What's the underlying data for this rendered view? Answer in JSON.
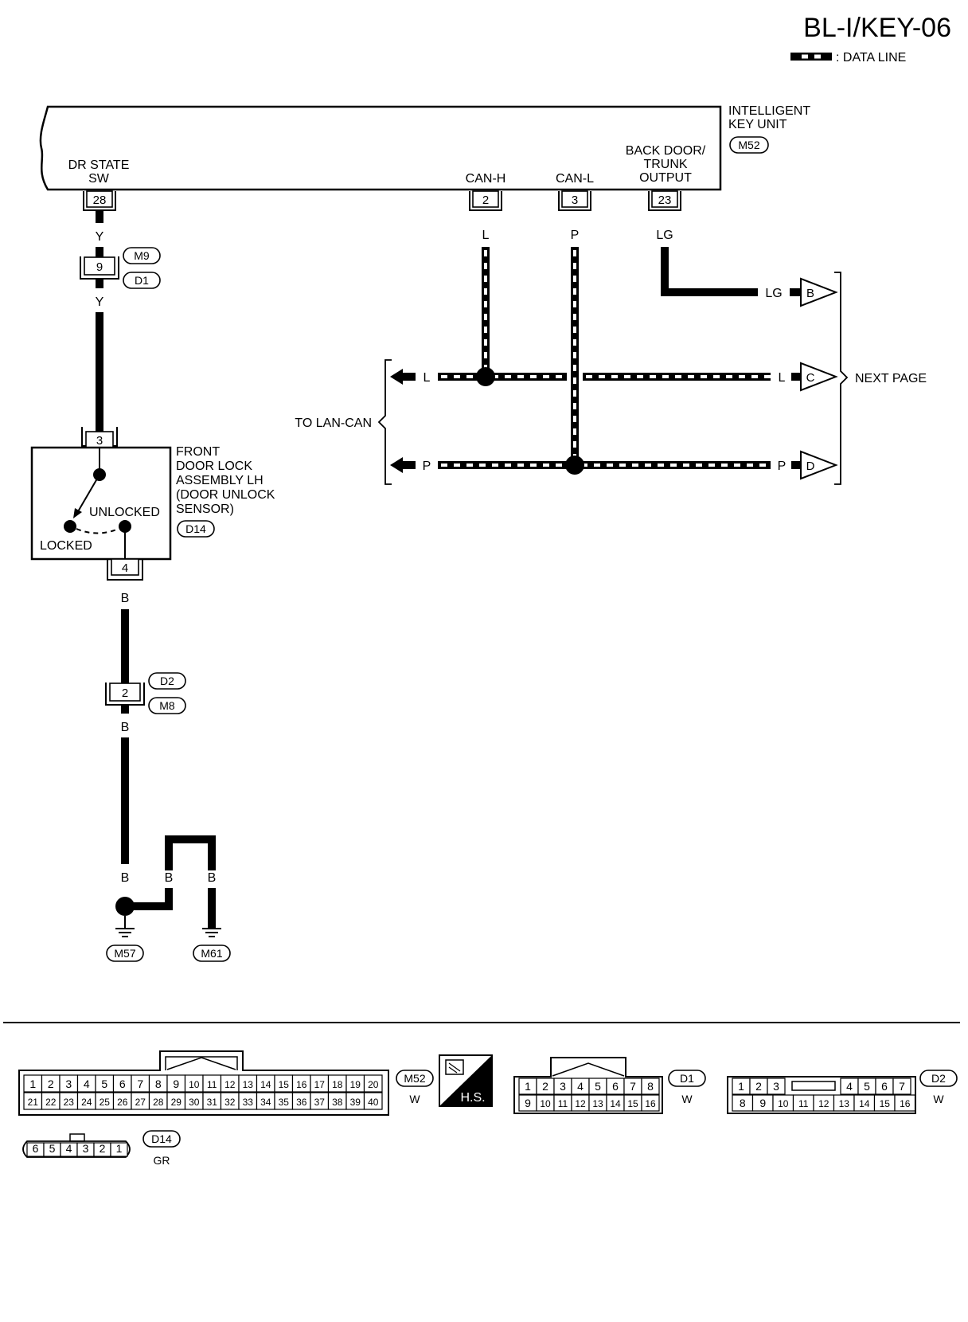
{
  "header": {
    "title": "BL-I/KEY-06",
    "legend_label": ": DATA LINE"
  },
  "unit": {
    "name_line1": "INTELLIGENT",
    "name_line2": "KEY UNIT",
    "connector": "M52",
    "terminals": {
      "dr_state_label_1": "DR STATE",
      "dr_state_label_2": "SW",
      "dr_state_pin": "28",
      "canh_label": "CAN-H",
      "canh_pin": "2",
      "canl_label": "CAN-L",
      "canl_pin": "3",
      "back_label_1": "BACK DOOR/",
      "back_label_2": "TRUNK",
      "back_label_3": "OUTPUT",
      "back_pin": "23"
    }
  },
  "wires": {
    "y_color_1": "Y",
    "y_color_2": "Y",
    "l_color": "L",
    "p_color": "P",
    "lg_color": "LG",
    "lg_right": "LG",
    "l_left": "L",
    "l_right": "L",
    "p_left": "P",
    "p_right": "P",
    "b_color_1": "B",
    "b_color_2": "B",
    "b_color_3": "B",
    "b_color_4": "B",
    "b_color_5": "B"
  },
  "inline_connectors": {
    "m9_pin": "9",
    "m9_top": "M9",
    "m9_bottom": "D1",
    "d2_pin": "2",
    "d2_top": "D2",
    "d2_bottom": "M8"
  },
  "next_page": {
    "label": "NEXT PAGE",
    "b": "B",
    "c": "C",
    "d": "D"
  },
  "lan_can": {
    "label": "TO LAN-CAN"
  },
  "door_lock": {
    "line1": "FRONT",
    "line2": "DOOR LOCK",
    "line3": "ASSEMBLY LH",
    "line4": "(DOOR UNLOCK",
    "line5": "SENSOR)",
    "connector": "D14",
    "pin_top": "3",
    "pin_bottom": "4",
    "unlocked": "UNLOCKED",
    "locked": "LOCKED"
  },
  "grounds": {
    "left": "M57",
    "right": "M61"
  },
  "connector_views": {
    "m52": {
      "id": "M52",
      "color": "W",
      "row1": [
        "1",
        "2",
        "3",
        "4",
        "5",
        "6",
        "7",
        "8",
        "9",
        "10",
        "11",
        "12",
        "13",
        "14",
        "15",
        "16",
        "17",
        "18",
        "19",
        "20"
      ],
      "row2": [
        "21",
        "22",
        "23",
        "24",
        "25",
        "26",
        "27",
        "28",
        "29",
        "30",
        "31",
        "32",
        "33",
        "34",
        "35",
        "36",
        "37",
        "38",
        "39",
        "40"
      ]
    },
    "hs_label": "H.S.",
    "d1": {
      "id": "D1",
      "color": "W",
      "row1": [
        "1",
        "2",
        "3",
        "4",
        "5",
        "6",
        "7",
        "8"
      ],
      "row2": [
        "9",
        "10",
        "11",
        "12",
        "13",
        "14",
        "15",
        "16"
      ]
    },
    "d2": {
      "id": "D2",
      "color": "W",
      "row1_left": [
        "1",
        "2",
        "3"
      ],
      "row1_right": [
        "4",
        "5",
        "6",
        "7"
      ],
      "row2": [
        "8",
        "9",
        "10",
        "11",
        "12",
        "13",
        "14",
        "15",
        "16"
      ]
    },
    "d14": {
      "id": "D14",
      "color": "GR",
      "row": [
        "6",
        "5",
        "4",
        "3",
        "2",
        "1"
      ]
    }
  }
}
